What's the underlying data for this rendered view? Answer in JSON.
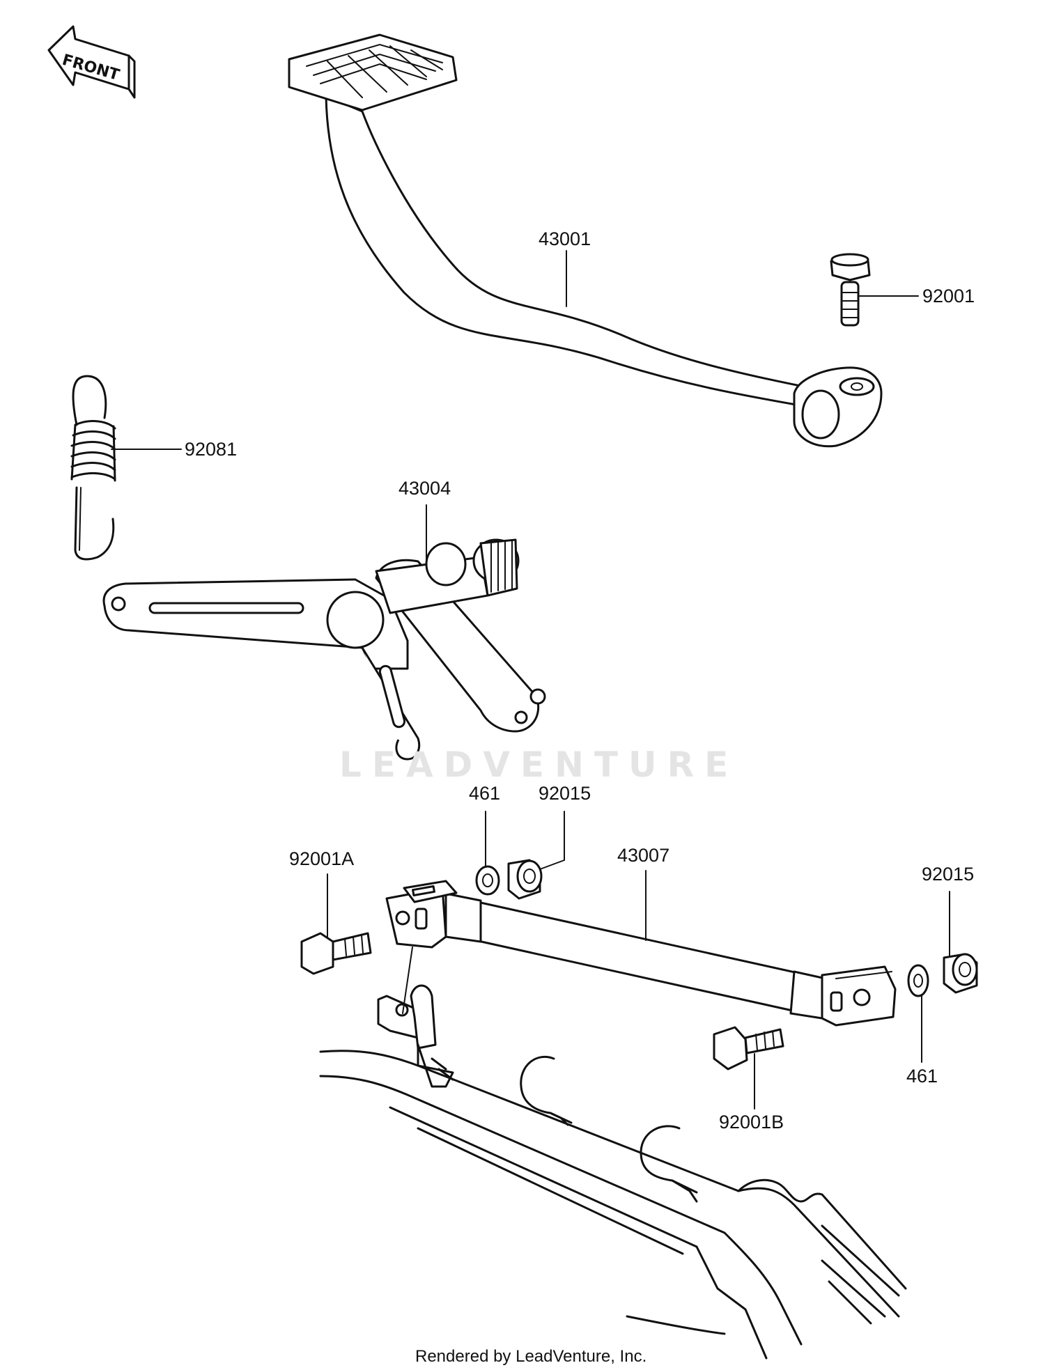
{
  "front_label": "FRONT",
  "watermark": "LEADVENTURE",
  "footer": "Rendered by LeadVenture, Inc.",
  "callouts": {
    "pedal": "43001",
    "pedal_bolt": "92001",
    "spring": "92081",
    "shaft_arm": "43004",
    "washer_a": "461",
    "nut_a": "92015",
    "bolt_a": "92001A",
    "rod": "43007",
    "nut_b": "92015",
    "washer_b": "461",
    "bolt_b": "92001B"
  },
  "colors": {
    "line": "#111111",
    "background": "#ffffff",
    "watermark": "#e4e4e4"
  }
}
